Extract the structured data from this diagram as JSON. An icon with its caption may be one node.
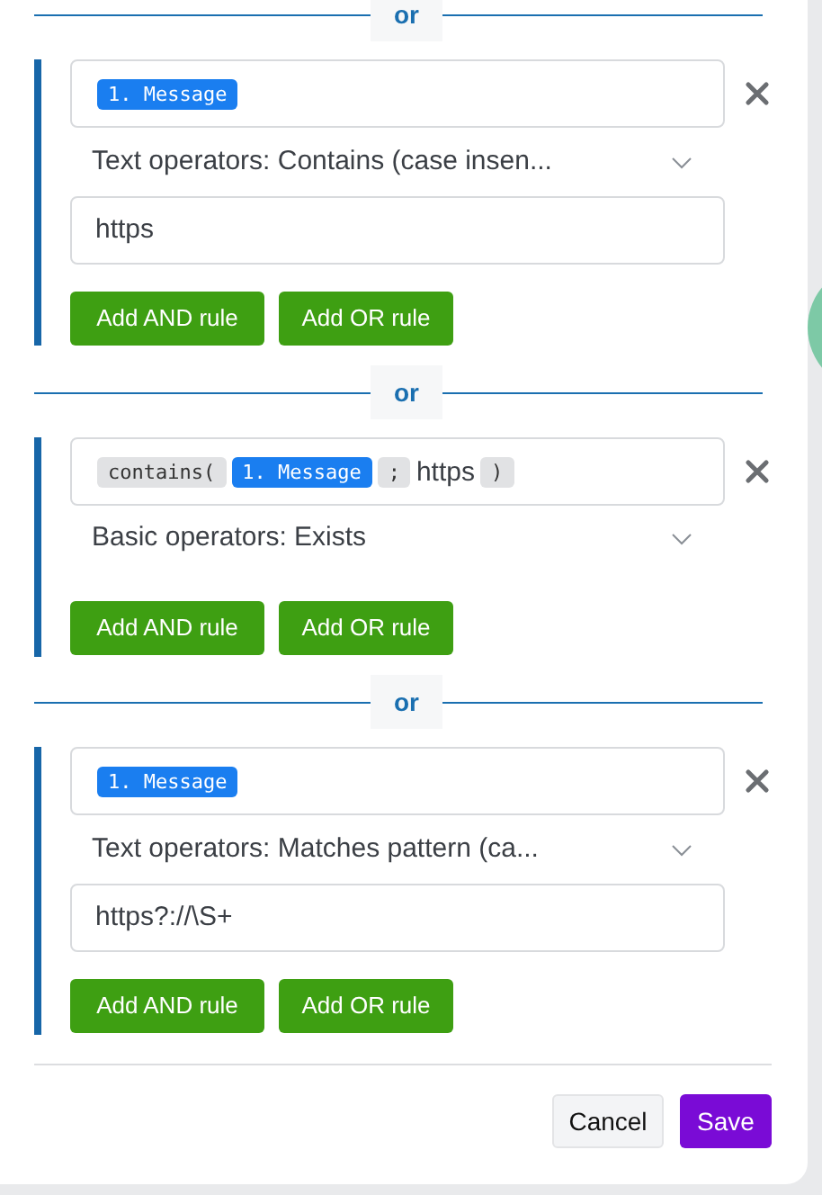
{
  "diagram": {
    "labels": [
      "or",
      "1. Message",
      "Text operators: Contains (case insen...",
      "https",
      "Add AND rule",
      "Add OR rule",
      "or",
      "contains(",
      "1. Message",
      ";",
      "https",
      ")",
      "Basic operators: Exists",
      "Add AND rule",
      "Add OR rule",
      "or",
      "1. Message",
      "Text operators: Matches pattern (ca...",
      "https?://\\S+",
      "Add AND rule",
      "Add OR rule",
      "Cancel",
      "Save"
    ]
  }
}
